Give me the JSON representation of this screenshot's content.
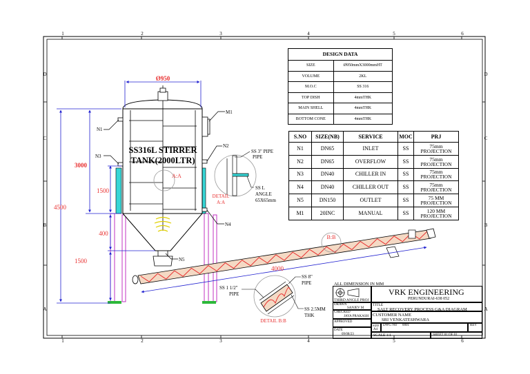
{
  "border": {
    "top_numbers": [
      "1",
      "2",
      "3",
      "4",
      "5",
      "6"
    ],
    "bottom_numbers": [
      "1",
      "2",
      "3",
      "4",
      "5",
      "6"
    ],
    "left_letters": [
      "D",
      "C",
      "B",
      "A"
    ],
    "right_letters": [
      "D",
      "C",
      "B",
      "A"
    ]
  },
  "tank": {
    "diameter_label": "Ø950",
    "name_line1": "SS316L STIRRER",
    "name_line2": "TANK(2000LTR)",
    "section_label": "A:A"
  },
  "dimensions": {
    "overall": "4500",
    "shell": "3000",
    "upper": "1500",
    "cone": "400",
    "legs": "1500",
    "conveyor": "4000"
  },
  "nozzle_tags": [
    "N1",
    "N2",
    "N3",
    "N4",
    "N5",
    "M1"
  ],
  "detail_aa": {
    "pipe_label": "SS 3\" PIPE",
    "angle_l1": "SS L",
    "angle_l2": "ANGLE",
    "angle_l3": "65X65mm",
    "title_l1": "DETAIL",
    "title_l2": "A:A"
  },
  "detail_bb": {
    "pipe8_l1": "SS 8\"",
    "pipe8_l2": "PIPE",
    "pipe15_l1": "SS 1 1/2\"",
    "pipe15_l2": "PIPE",
    "thk_l1": "SS 2.5MM",
    "thk_l2": "THK",
    "title": "DETAIL B:B",
    "section_label": "B:B"
  },
  "design_data": {
    "title": "DESIGN DATA",
    "rows": [
      [
        "SIZE",
        "Ø950mmX3000mmHT"
      ],
      [
        "VOLUME",
        "2KL"
      ],
      [
        "M.O.C",
        "SS 316"
      ],
      [
        "TOP DISH",
        "4mmTHK"
      ],
      [
        "MAIN SHELL",
        "4mmTHK"
      ],
      [
        "BOTTOM CONE",
        "4mmTHK"
      ]
    ]
  },
  "nozzle_table": {
    "headers": [
      "S.NO",
      "SIZE(NB)",
      "SERVICE",
      "MOC",
      "PRJ"
    ],
    "rows": [
      [
        "N1",
        "DN65",
        "INLET",
        "SS",
        "75mm",
        "PROJECTION"
      ],
      [
        "N2",
        "DN65",
        "OVERFLOW",
        "SS",
        "75mm",
        "PROJECTION"
      ],
      [
        "N3",
        "DN40",
        "CHILLER IN",
        "SS",
        "75mm",
        "PROJECTION"
      ],
      [
        "N4",
        "DN40",
        "CHILLER OUT",
        "SS",
        "75mm",
        "PROJECTION"
      ],
      [
        "N5",
        "DN150",
        "OUTLET",
        "SS",
        "75 MM",
        "PROJECTION"
      ],
      [
        "M1",
        "20INC",
        "MANUAL",
        "SS",
        "120 MM",
        "PROJECTION"
      ]
    ]
  },
  "title_block": {
    "all_dims": "ALL DIMENSION IN MM",
    "projection": "THIRD ANGLE PROJ",
    "company": "VRK ENGINEERING",
    "address": "PERUNDURAI-638 052",
    "drawn_label": "DRAWN",
    "drawn_name": "SANJEV M",
    "checked_label": "CHECKED",
    "checked_name": "JAYA PRAKASH",
    "approved_label": "APPROVED",
    "date_label": "DATE",
    "date_value": "09/08/23",
    "title_label": "TITLE",
    "title_value": "SALT RECOVERY PROCESS G&A DIAGRAM",
    "customer_label": "CUSTOMER NAME",
    "customer_value": "SRI VENKATESHWARA",
    "size_label": "SIZE",
    "size_value": "A4",
    "dwg_label": "DWG  NO",
    "dwg_value": "0001",
    "rev_label": "REV",
    "scale_label": "SCALE  1:1",
    "sheet_label": "SHEET 01 OF 01"
  }
}
